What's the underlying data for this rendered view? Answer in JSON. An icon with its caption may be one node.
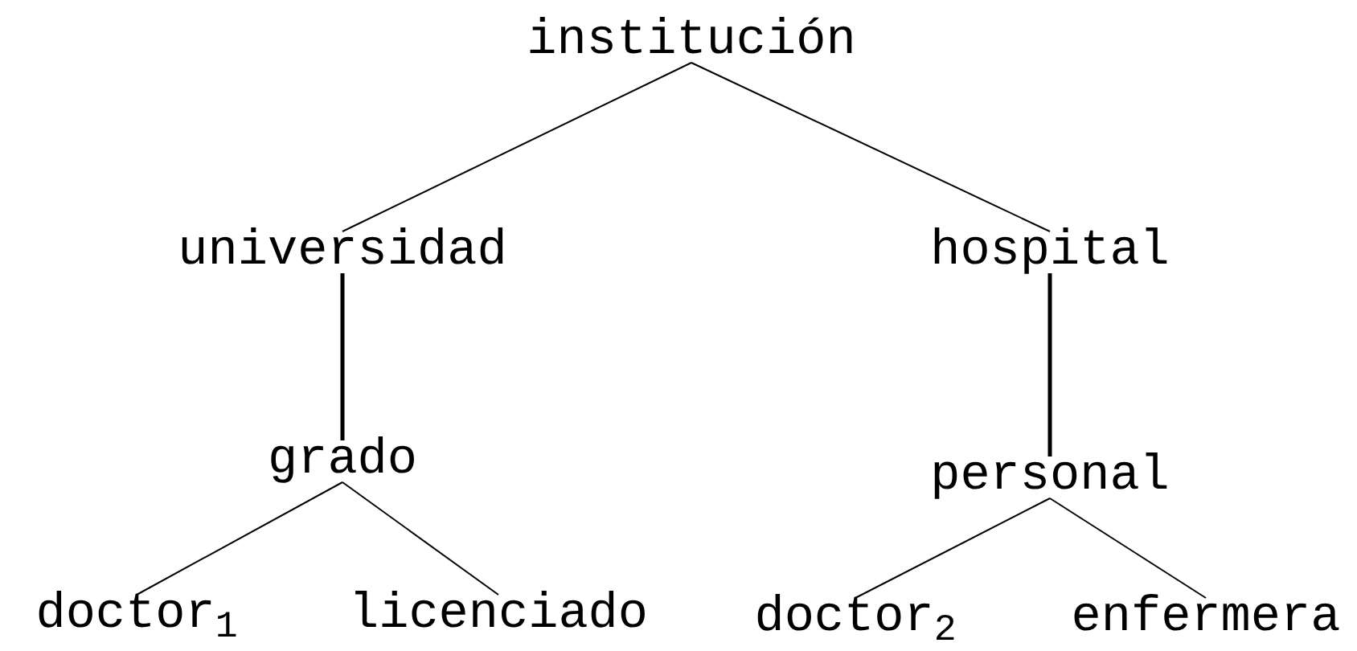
{
  "diagram": {
    "nodes": [
      {
        "text": [
          "institución"
        ]
      },
      {
        "text": [
          "universidad"
        ]
      },
      {
        "text": [
          "hospital"
        ]
      },
      {
        "text": [
          "grado"
        ]
      },
      {
        "text": [
          "personal"
        ]
      },
      {
        "text": [
          "doctor$_{1}$"
        ]
      },
      {
        "text": [
          "licenciado"
        ]
      },
      {
        "text": [
          "doctor$_{2}$"
        ]
      },
      {
        "text": [
          "enfermera"
        ]
      }
    ],
    "edges": [
      {
        "from": 0,
        "to": 1,
        "arrow": "none"
      },
      {
        "from": 0,
        "to": 2,
        "arrow": "none"
      },
      {
        "from": 1,
        "to": 3,
        "arrow": "none",
        "style": "thick"
      },
      {
        "from": 2,
        "to": 4,
        "arrow": "none",
        "style": "thick"
      },
      {
        "from": 3,
        "to": 5,
        "arrow": "none"
      },
      {
        "from": 3,
        "to": 6,
        "arrow": "none"
      },
      {
        "from": 4,
        "to": 7,
        "arrow": "none"
      },
      {
        "from": 4,
        "to": 8,
        "arrow": "none"
      }
    ]
  }
}
